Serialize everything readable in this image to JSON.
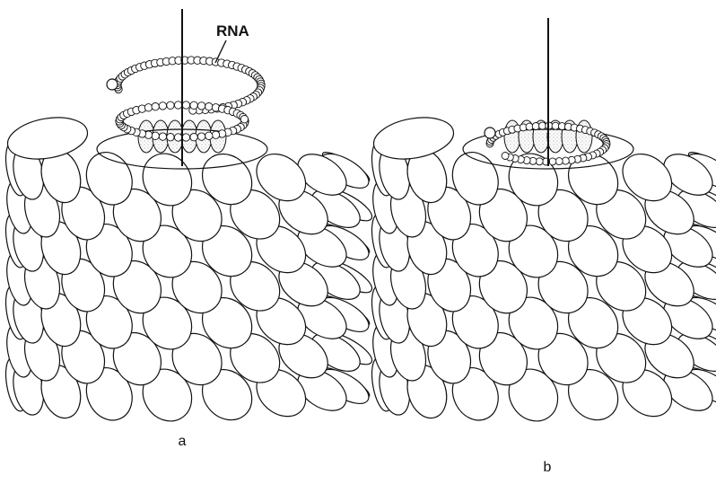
{
  "figure": {
    "rna_label": "RNA",
    "panels": [
      {
        "label": "a",
        "rna_turns_exposed": 2
      },
      {
        "label": "b",
        "rna_turns_exposed": 0
      }
    ]
  },
  "colors": {
    "ink": "#111111",
    "fill": "#ffffff",
    "stipple": "#9a9a9a"
  }
}
